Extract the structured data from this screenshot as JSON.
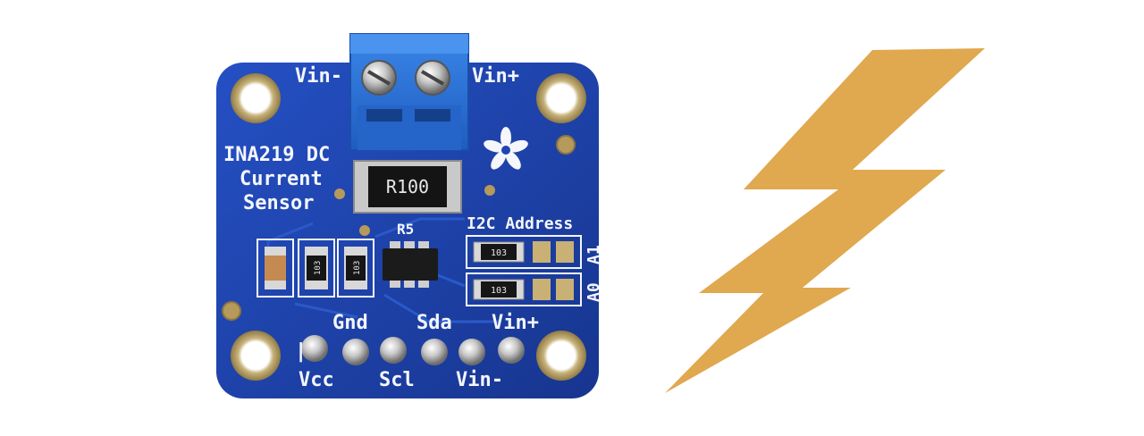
{
  "colors": {
    "background": "#ffffff",
    "pcb": "#1f45b3",
    "pcb_dark": "#17358f",
    "terminal": "#2a6fd6",
    "lightning": "#e0a84f",
    "pad": "#c9b074",
    "silkscreen": "#f4f6fb"
  },
  "board": {
    "title_line1": "INA219 DC",
    "title_line2": "Current",
    "title_line3": "Sensor",
    "terminal_left_label": "Vin-",
    "terminal_right_label": "Vin+",
    "shunt_resistor_marking": "R100",
    "resistor_ref": "R5",
    "i2c_label": "I2C Address",
    "address_a1_label": "A1",
    "address_a0_label": "A0",
    "smd_resistor_marking": "103",
    "pin_labels_top": [
      "Gnd",
      "Sda",
      "Vin+"
    ],
    "pin_labels_bottom": [
      "Vcc",
      "Scl",
      "Vin-"
    ],
    "pin1_marker": "|"
  },
  "icons": {
    "logo": "adafruit-flower-icon",
    "bolt": "lightning-bolt-icon"
  }
}
